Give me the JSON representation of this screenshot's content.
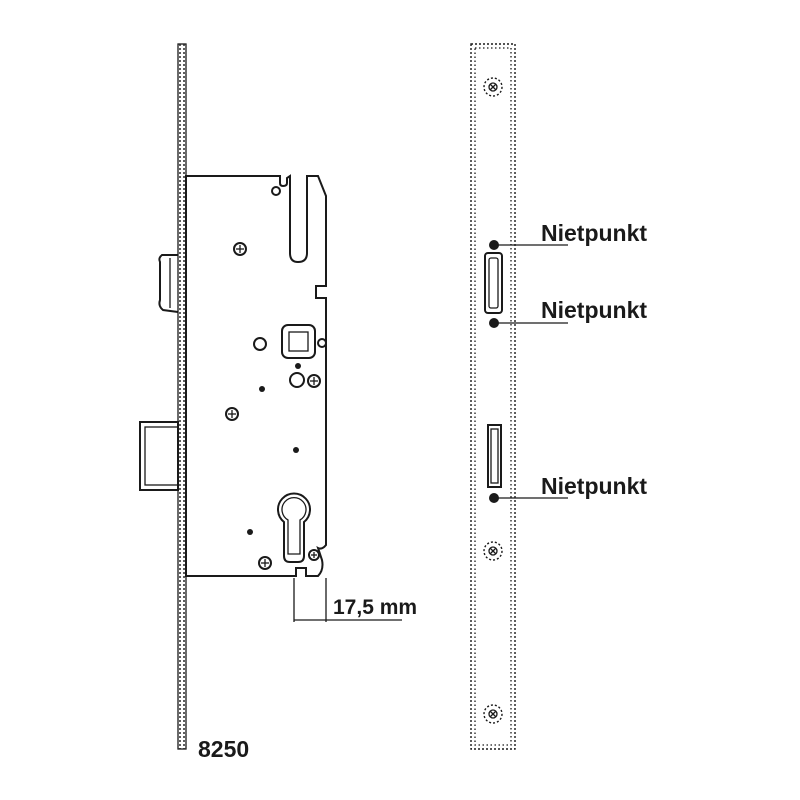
{
  "drawing": {
    "model_number": "8250",
    "backset_dimension": "17,5 mm",
    "rivet_labels": [
      "Nietpunkt",
      "Nietpunkt",
      "Nietpunkt"
    ]
  },
  "colors": {
    "line": "#1a1a1a",
    "background": "#ffffff"
  }
}
